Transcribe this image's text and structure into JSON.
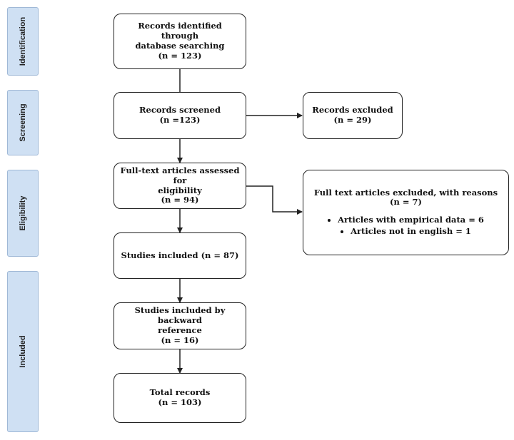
{
  "phases": {
    "identification": "Identification",
    "screening": "Screening",
    "eligibility": "Eligibility",
    "included": "Included"
  },
  "boxes": {
    "identified": {
      "line1": "Records identified through",
      "line2": "database searching",
      "count": "(n = 123)"
    },
    "screened": {
      "line1": "Records screened",
      "count": "(n =123)"
    },
    "excluded": {
      "line1": "Records excluded",
      "count": "(n = 29)"
    },
    "fulltext": {
      "line1": "Full-text articles assessed for",
      "line2": "eligibility",
      "count": "(n = 94)"
    },
    "fulltext_excluded": {
      "line1": "Full text articles excluded, with reasons",
      "count": "(n = 7)",
      "reasons": [
        "Articles with empirical data = 6",
        "Articles not in english = 1"
      ]
    },
    "studies": {
      "line1": "Studies included (n = 87)"
    },
    "backward": {
      "line1": "Studies included by backward",
      "line2": "reference",
      "count": "(n = 16)"
    },
    "total": {
      "line1": "Total records",
      "count": "(n = 103)"
    }
  }
}
